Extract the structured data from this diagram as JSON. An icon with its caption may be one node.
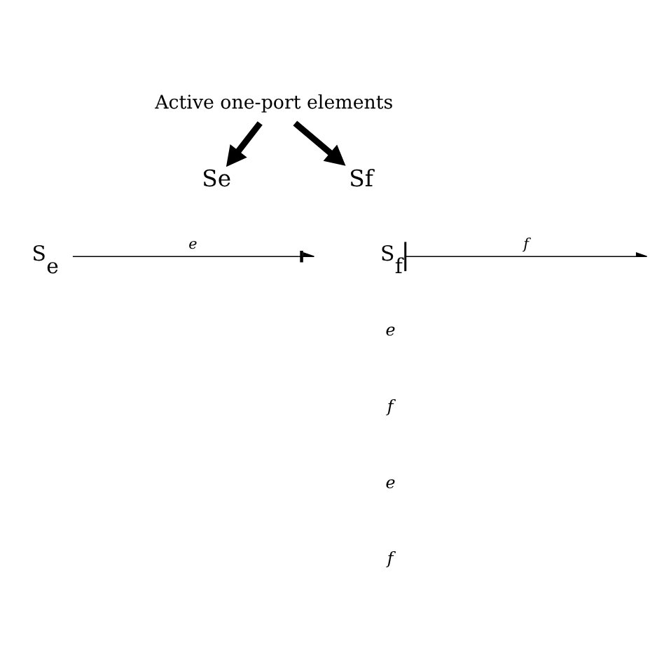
{
  "diagram": {
    "nodes": [
      {
        "text": [
          "Active one-port elements"
        ]
      },
      {
        "text": [
          "Se"
        ]
      },
      {
        "text": [
          "Sf"
        ]
      },
      {
        "text": [
          "S$_{e}$"
        ]
      },
      {
        "text": [
          "S$_{f}$"
        ]
      }
    ],
    "edges": [
      {
        "from": 0,
        "to": 1,
        "arrow": "to",
        "style": "thick"
      },
      {
        "from": 0,
        "to": 2,
        "arrow": "to",
        "style": "thick"
      },
      {
        "from": 3,
        "to": null,
        "arrow": "to",
        "label": "e"
      },
      {
        "from": 4,
        "to": null,
        "arrow": "to",
        "label": "f"
      }
    ],
    "labels": [
      "e",
      "f",
      "e",
      "f"
    ]
  }
}
